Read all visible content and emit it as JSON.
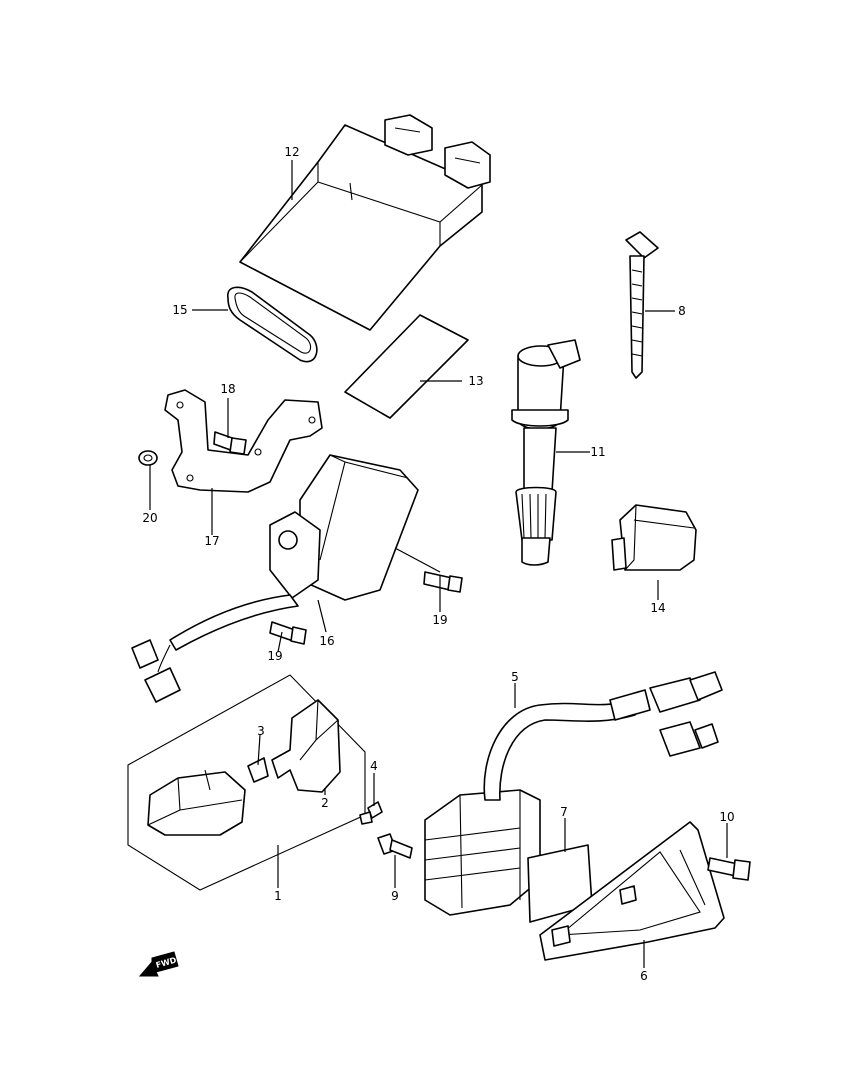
{
  "diagram": {
    "callouts": [
      {
        "id": "1",
        "text": "1"
      },
      {
        "id": "2",
        "text": "2"
      },
      {
        "id": "3",
        "text": "3"
      },
      {
        "id": "4",
        "text": "4"
      },
      {
        "id": "5",
        "text": "5"
      },
      {
        "id": "6",
        "text": "6"
      },
      {
        "id": "7",
        "text": "7"
      },
      {
        "id": "8",
        "text": "8"
      },
      {
        "id": "9",
        "text": "9"
      },
      {
        "id": "10",
        "text": "10"
      },
      {
        "id": "11",
        "text": "11"
      },
      {
        "id": "12",
        "text": "12"
      },
      {
        "id": "13",
        "text": "13"
      },
      {
        "id": "14",
        "text": "14"
      },
      {
        "id": "15",
        "text": "15"
      },
      {
        "id": "16",
        "text": "16"
      },
      {
        "id": "17",
        "text": "17"
      },
      {
        "id": "18",
        "text": "18"
      },
      {
        "id": "19a",
        "text": "19"
      },
      {
        "id": "19b",
        "text": "19"
      },
      {
        "id": "20",
        "text": "20"
      }
    ],
    "fwd_marker": "FWD"
  }
}
